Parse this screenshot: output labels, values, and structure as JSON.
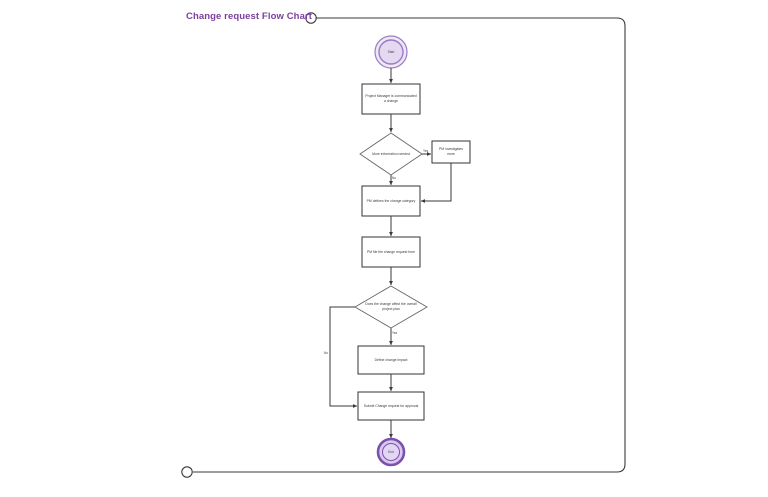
{
  "title": "Change request Flow Chart",
  "colors": {
    "title": "#7b3fa0",
    "start_fill": "#e5d9f2",
    "start_stroke": "#9a7cc0",
    "end_fill": "#d9c8ef",
    "end_stroke": "#7b52ab",
    "node_stroke": "#333333",
    "node_fill": "#ffffff",
    "edge": "#3a3a3a",
    "background": "#ffffff"
  },
  "nodes": [
    {
      "id": "start",
      "type": "start-terminal",
      "label": "Start"
    },
    {
      "id": "n1",
      "type": "process",
      "label": "Project Manager is communicated a change"
    },
    {
      "id": "d1",
      "type": "decision",
      "label": "More information needed"
    },
    {
      "id": "n2",
      "type": "process",
      "label": "PM investigates more"
    },
    {
      "id": "n3",
      "type": "process",
      "label": "PM defines the change category"
    },
    {
      "id": "n4",
      "type": "process",
      "label": "PM file the change request form"
    },
    {
      "id": "d2",
      "type": "decision",
      "label": "Does the change affect the overall project plan"
    },
    {
      "id": "n5",
      "type": "process",
      "label": "Define change impact"
    },
    {
      "id": "n6",
      "type": "process",
      "label": "Submit Change request for approval"
    },
    {
      "id": "end",
      "type": "end-terminal",
      "label": "End"
    }
  ],
  "edge_labels": {
    "d1_yes": "Yes",
    "d1_no": "No",
    "d2_yes": "Yes",
    "d2_no": "No"
  },
  "connectors": {
    "title_connector": "open-circle",
    "footer_connector": "open-circle"
  }
}
